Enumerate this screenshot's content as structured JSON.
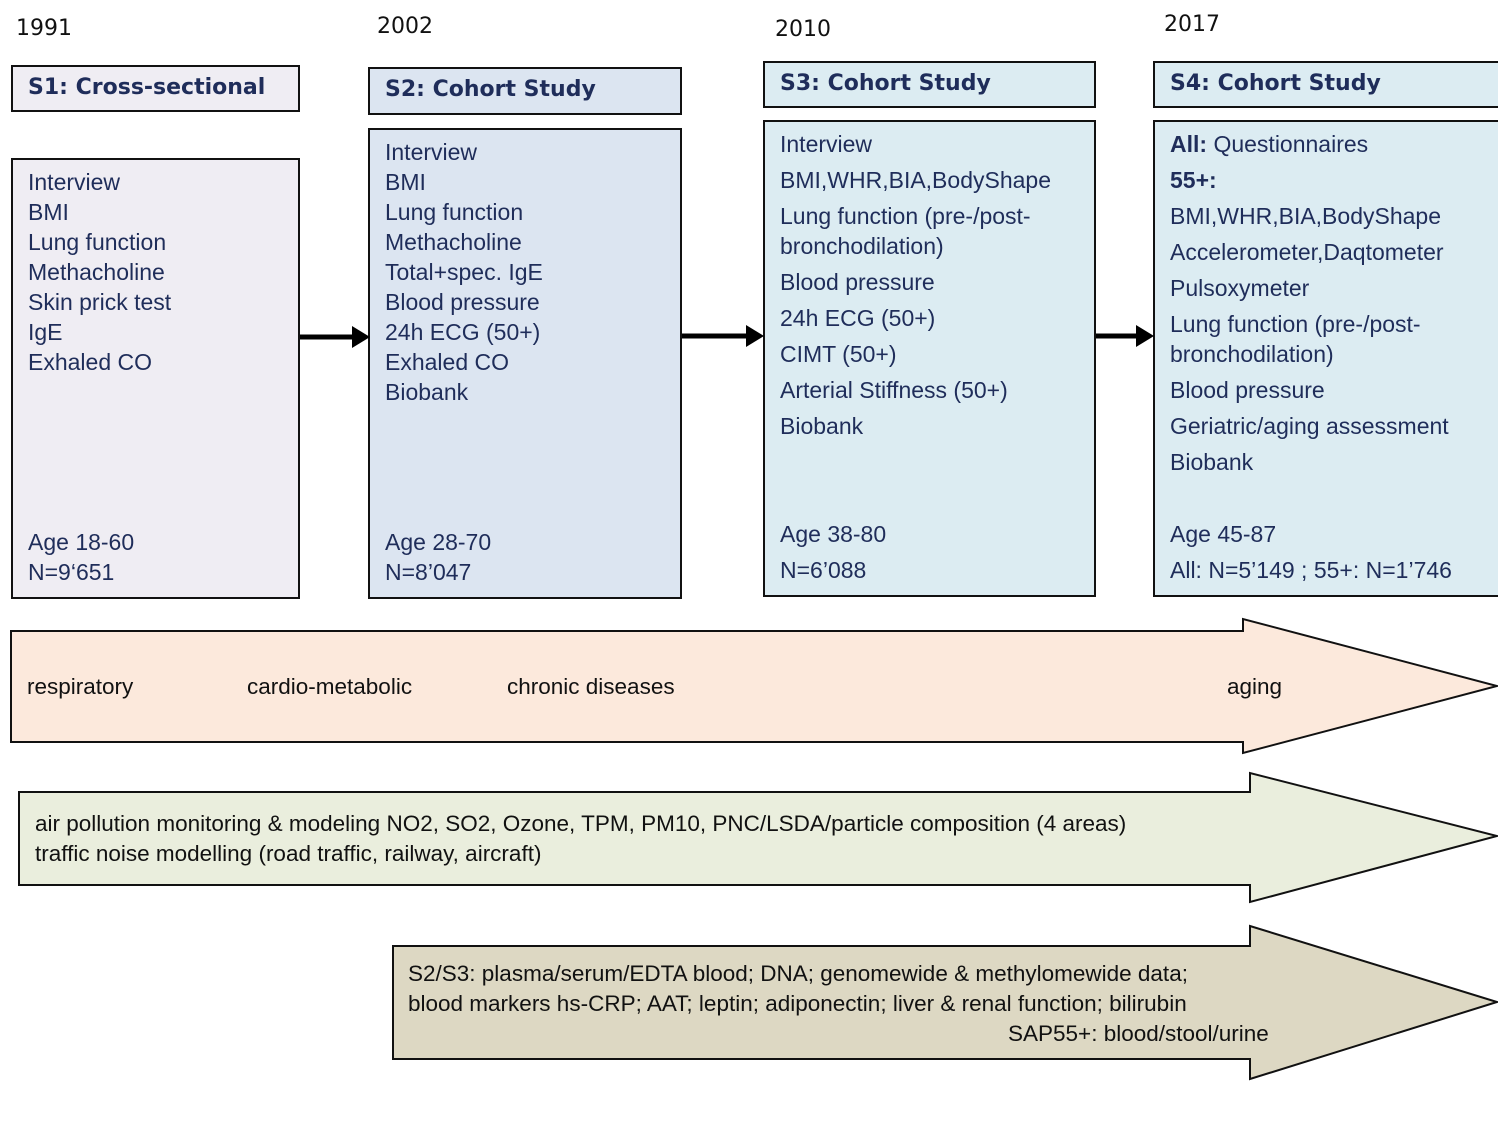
{
  "columns": [
    {
      "year": "1991",
      "title": "S1: Cross-sectional",
      "items": [
        "Interview",
        "BMI",
        "Lung function",
        "Methacholine",
        "Skin prick test",
        "IgE",
        "Exhaled CO"
      ],
      "age": "Age 18-60",
      "n": "N=9‘651"
    },
    {
      "year": "2002",
      "title": "S2: Cohort Study",
      "items": [
        "Interview",
        "BMI",
        "Lung function",
        "Methacholine",
        "Total+spec. IgE",
        "Blood pressure",
        "24h ECG (50+)",
        "Exhaled CO",
        "Biobank"
      ],
      "age": "Age 28-70",
      "n": "N=8’047"
    },
    {
      "year": "2010",
      "title": "S3: Cohort Study",
      "items": [
        "Interview",
        "BMI,WHR,BIA,BodyShape",
        "Lung function (pre-/post-",
        "bronchodilation)",
        "Blood pressure",
        "24h ECG (50+)",
        "CIMT (50+)",
        "Arterial Stiffness (50+)",
        "Biobank"
      ],
      "age": "Age 38-80",
      "n": "N=6’088"
    },
    {
      "year": "2017",
      "title": "S4: Cohort Study",
      "all_label": "All:",
      "all_text": " Questionnaires",
      "plus_label": "55+:",
      "items": [
        "BMI,WHR,BIA,BodyShape",
        "Accelerometer,Daqtometer",
        "Pulsoxymeter",
        "Lung function (pre-/post-",
        "bronchodilation)",
        "Blood pressure",
        "Geriatric/aging assessment",
        "Biobank"
      ],
      "age": "Age 45-87",
      "n": "All: N=5’149  ; 55+: N=1’746"
    }
  ],
  "arrow_focus": {
    "labels": [
      "respiratory",
      "cardio-metabolic",
      "chronic diseases",
      "aging"
    ]
  },
  "arrow_environment": {
    "lines": [
      "air pollution monitoring & modeling NO2, SO2, Ozone, TPM, PM10, PNC/LSDA/particle composition (4 areas)",
      "traffic noise modelling (road traffic, railway, aircraft)"
    ]
  },
  "arrow_biobank": {
    "lines": [
      "S2/S3: plasma/serum/EDTA blood; DNA; genomewide & methylomewide data;",
      "blood markers hs-CRP; AAT; leptin; adiponectin; liver & renal function; bilirubin",
      "SAP55+: blood/stool/urine"
    ]
  },
  "colors": {
    "s1": "#efedf3",
    "s2": "#dce5f1",
    "s3": "#dcecf2",
    "s4": "#dcecf2",
    "focus": "#fce9dc",
    "env": "#eaeedd",
    "bio": "#ddd8c3",
    "text": "#1f2d5a"
  }
}
